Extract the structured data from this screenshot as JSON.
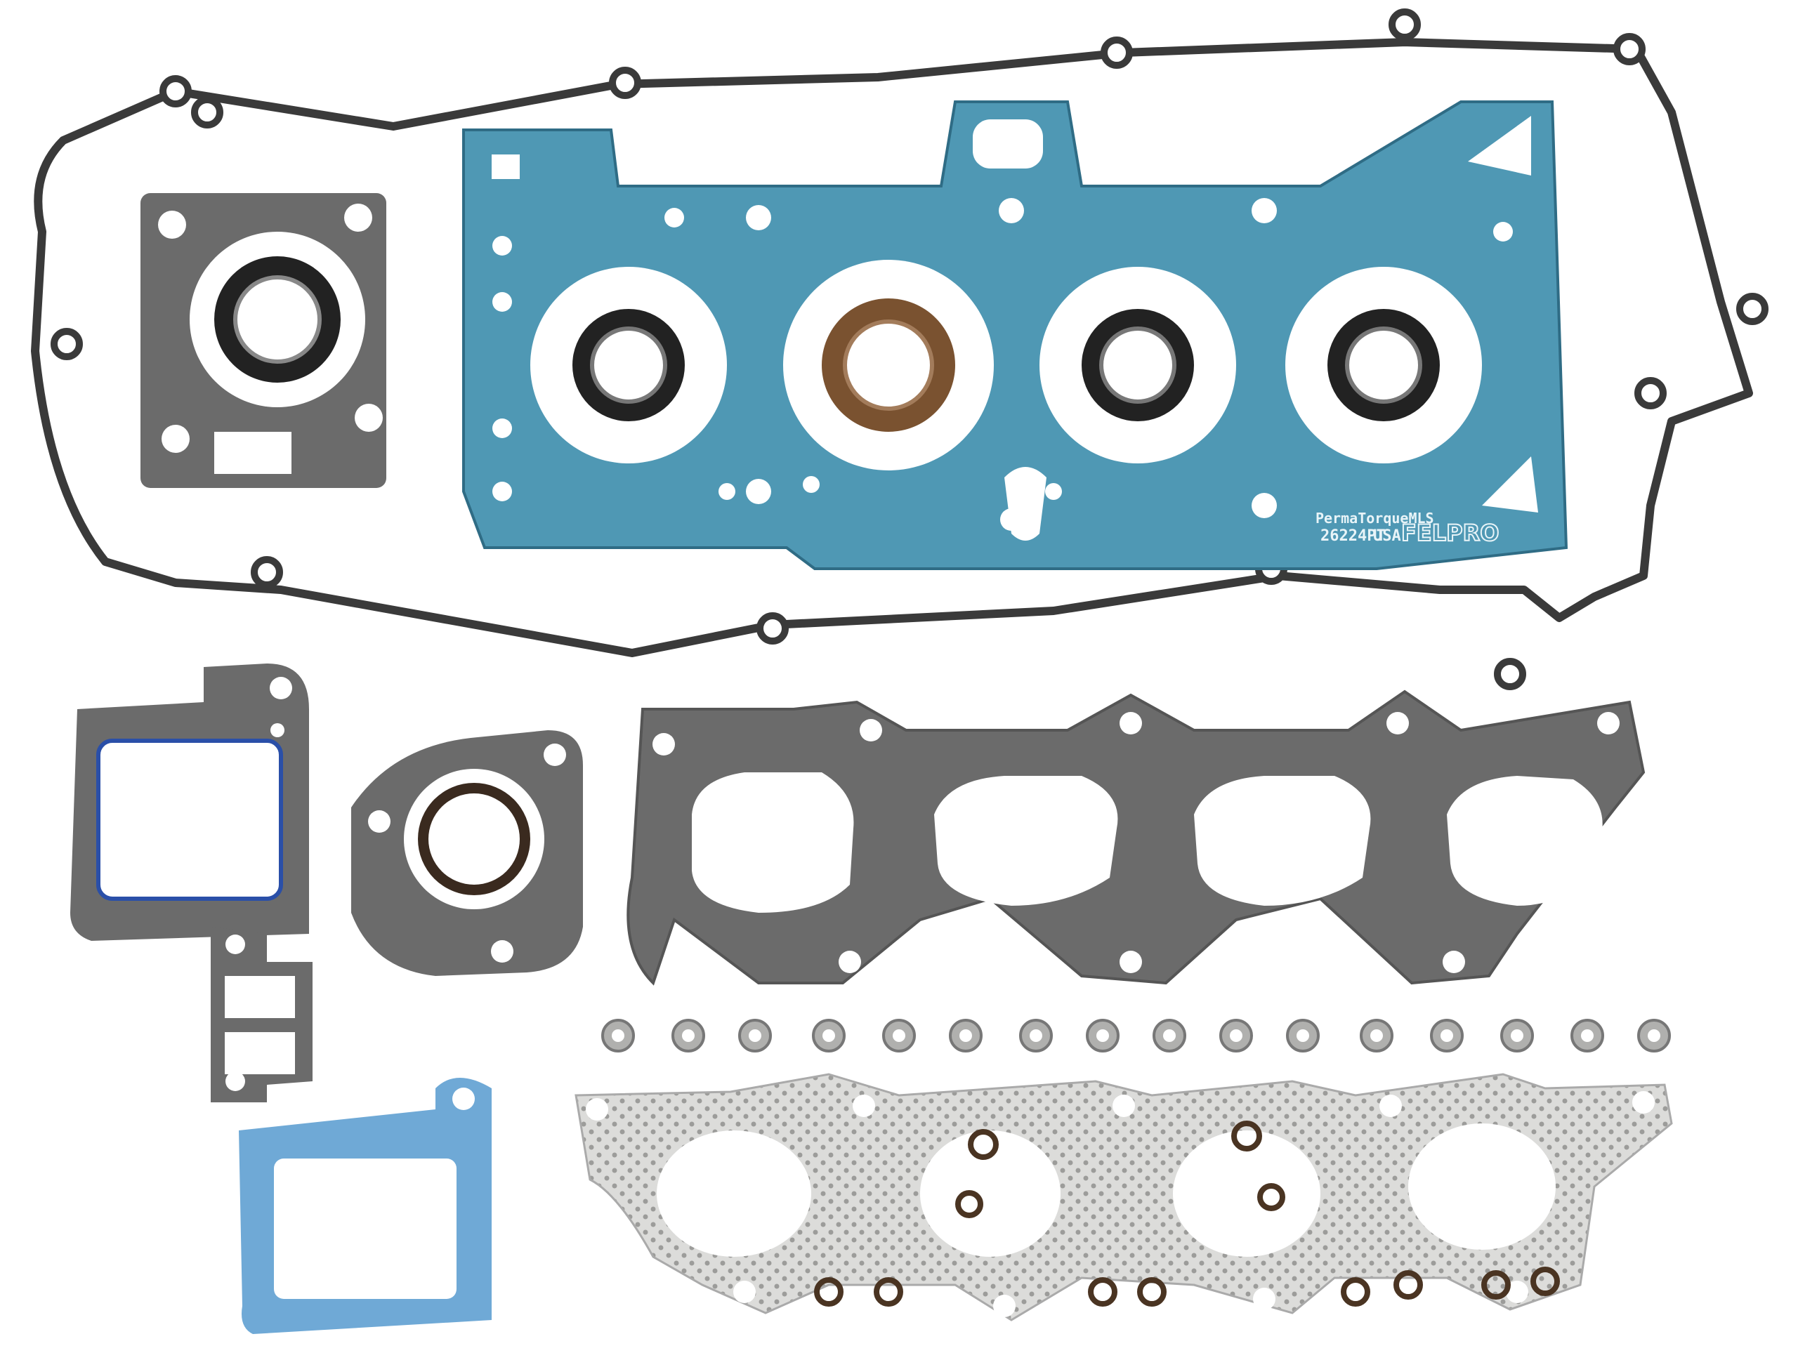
{
  "image": {
    "subject": "Engine cylinder head gasket set laid out on white background",
    "background_color": "#ffffff"
  },
  "head_gasket": {
    "line1": "PermaTorqueMLS",
    "line2_part": "26224PT",
    "line2_origin": "USA",
    "brand": "FELPRO",
    "color": "#4f98b4",
    "cylinder_count": 4
  },
  "colors": {
    "valve_cover_gasket": "#3a3a3a",
    "fiber_gasket": "#6b6b6b",
    "seal_black": "#222222",
    "seal_brown": "#7a5230",
    "exhaust_gasket": "#d8d8d6",
    "blue_gasket": "#6fa9d6",
    "blue_bead": "#2a4fa8"
  },
  "components": {
    "valve_stem_seals_count": 16,
    "small_o_rings_count": 12
  }
}
